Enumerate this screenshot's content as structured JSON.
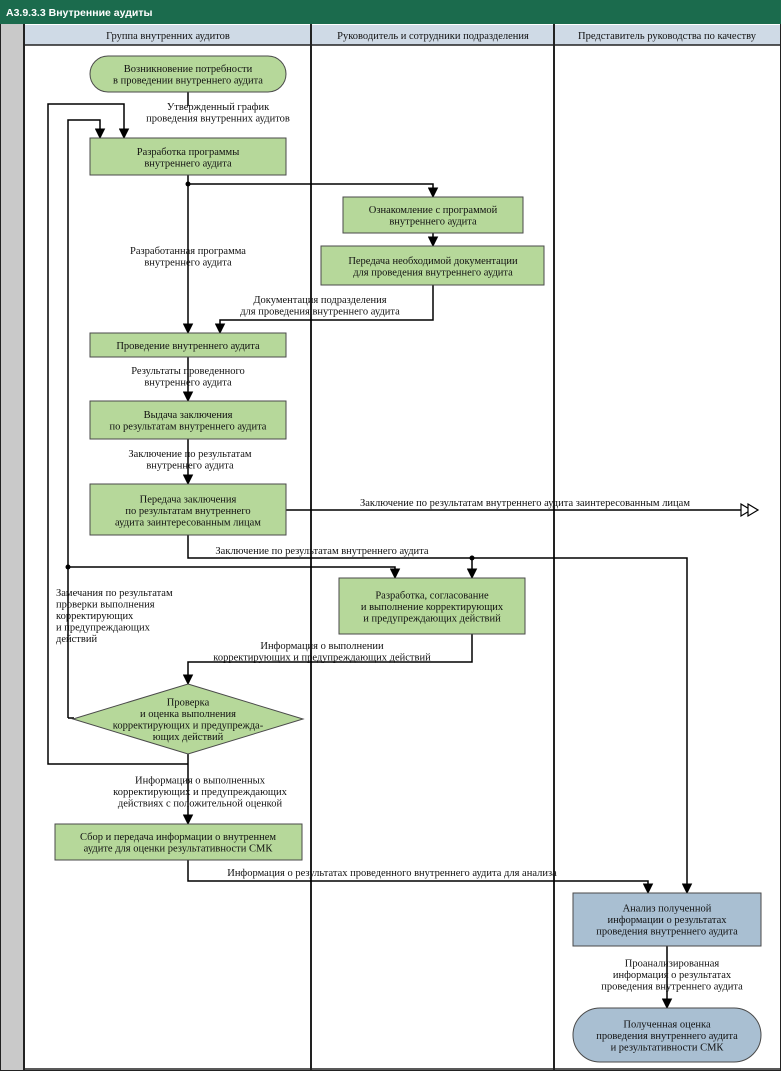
{
  "title": "А3.9.3.3 Внутренние аудиты",
  "colors": {
    "header": "#1b6b4d",
    "lane_header": "#cfdae6",
    "process": "#b6d89a",
    "terminal": "#a9bfd2",
    "side_bar": "#c9c9c9"
  },
  "lanes": [
    "Группа внутренних аудитов",
    "Руководитель и сотрудники подразделения",
    "Представитель руководства по качеству"
  ],
  "nodes": {
    "start": [
      "Возникновение потребности",
      "в проведении внутреннего аудита"
    ],
    "develop_program": [
      "Разработка программы",
      "внутреннего аудита"
    ],
    "familiarize": [
      "Ознакомление с программой",
      "внутреннего аудита"
    ],
    "transfer_docs": [
      "Передача необходимой документации",
      "для проведения внутреннего аудита"
    ],
    "conduct": [
      "Проведение внутреннего аудита"
    ],
    "issue_conclusion": [
      "Выдача заключения",
      "по результатам внутреннего аудита"
    ],
    "transfer_conclusion": [
      "Передача заключения",
      "по результатам внутреннего",
      "аудита заинтересованным лицам"
    ],
    "corrective": [
      "Разработка, согласование",
      "и выполнение корректирующих",
      "и предупреждающих действий"
    ],
    "check": [
      "Проверка",
      "и оценка выполнения",
      "корректирующих и предупрежда-",
      "ющих действий"
    ],
    "collect": [
      "Сбор и передача информации о внутреннем",
      "аудите для оценки результативности СМК"
    ],
    "analysis": [
      "Анализ полученной",
      "информации о результатах",
      "проведения внутреннего аудита"
    ],
    "end": [
      "Полученная оценка",
      "проведения внутреннего аудита",
      "и результативности СМК"
    ]
  },
  "edges": {
    "schedule": [
      "Утвержденный график",
      "проведения внутренних аудитов"
    ],
    "program": [
      "Разработанная программа",
      "внутреннего аудита"
    ],
    "documentation": [
      "Документация подразделения",
      "для проведения внутреннего аудита"
    ],
    "results": [
      "Результаты проведенного",
      "внутреннего аудита"
    ],
    "conclusion": [
      "Заключение по результатам",
      "внутреннего аудита"
    ],
    "to_stakeholders": [
      "Заключение по результатам внутреннего аудита заинтересованным лицам"
    ],
    "conclusion_down": [
      "Заключение по результатам внутреннего аудита"
    ],
    "remarks": [
      "Замечания по результатам",
      "проверки выполнения",
      "корректирующих",
      "и предупреждающих",
      "действий"
    ],
    "corrective_info": [
      "Информация о выполнении",
      "корректирующих и предупреждающих действий"
    ],
    "positive": [
      "Информация о выполненных",
      "корректирующих и предупреждающих",
      "действиях с положительной оценкой"
    ],
    "for_analysis": [
      "Информация о результатах проведенного внутреннего аудита для анализа"
    ],
    "analyzed": [
      "Проанализированная",
      "информация о результатах",
      "проведения внутреннего аудита"
    ]
  }
}
